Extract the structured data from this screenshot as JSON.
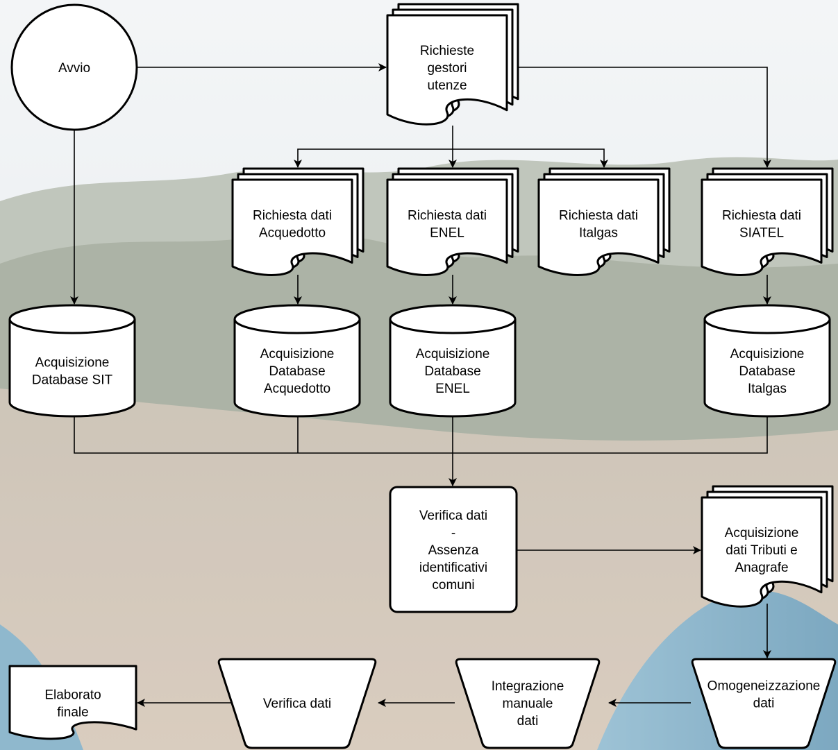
{
  "nodes": {
    "start": {
      "label": [
        "Avvio"
      ]
    },
    "requests": {
      "label": [
        "Richieste",
        "gestori",
        "utenze"
      ]
    },
    "req_acquedotto": {
      "label": [
        "Richiesta dati",
        "Acquedotto"
      ]
    },
    "req_enel": {
      "label": [
        "Richiesta dati",
        "ENEL"
      ]
    },
    "req_italgas": {
      "label": [
        "Richiesta dati",
        "Italgas"
      ]
    },
    "req_siatel": {
      "label": [
        "Richiesta dati",
        "SIATEL"
      ]
    },
    "db_sit": {
      "label": [
        "Acquisizione",
        "Database SIT"
      ]
    },
    "db_acquedotto": {
      "label": [
        "Acquisizione",
        "Database",
        "Acquedotto"
      ]
    },
    "db_enel": {
      "label": [
        "Acquisizione",
        "Database",
        "ENEL"
      ]
    },
    "db_italgas": {
      "label": [
        "Acquisizione",
        "Database",
        "Italgas"
      ]
    },
    "verify_ids": {
      "label": [
        "Verifica dati",
        "-",
        "Assenza",
        "identificativi",
        "comuni"
      ]
    },
    "tributi": {
      "label": [
        "Acquisizione",
        "dati Tributi e",
        "Anagrafe"
      ]
    },
    "homogenize": {
      "label": [
        "Omogeneizzazione",
        "dati"
      ]
    },
    "manual": {
      "label": [
        "Integrazione",
        "manuale",
        "dati"
      ]
    },
    "verify": {
      "label": [
        "Verifica dati"
      ]
    },
    "final": {
      "label": [
        "Elaborato",
        "finale"
      ]
    }
  },
  "edges": [
    {
      "from": "start",
      "to": "requests"
    },
    {
      "from": "start",
      "to": "db_sit"
    },
    {
      "from": "requests",
      "to": "req_acquedotto"
    },
    {
      "from": "requests",
      "to": "req_enel"
    },
    {
      "from": "requests",
      "to": "req_italgas"
    },
    {
      "from": "requests",
      "to": "req_siatel"
    },
    {
      "from": "req_acquedotto",
      "to": "db_acquedotto"
    },
    {
      "from": "req_enel",
      "to": "db_enel"
    },
    {
      "from": "req_siatel",
      "to": "db_italgas"
    },
    {
      "from": "db_sit",
      "to": "verify_ids"
    },
    {
      "from": "db_acquedotto",
      "to": "verify_ids"
    },
    {
      "from": "db_enel",
      "to": "verify_ids"
    },
    {
      "from": "db_italgas",
      "to": "verify_ids"
    },
    {
      "from": "verify_ids",
      "to": "tributi"
    },
    {
      "from": "tributi",
      "to": "homogenize"
    },
    {
      "from": "homogenize",
      "to": "manual"
    },
    {
      "from": "manual",
      "to": "verify"
    },
    {
      "from": "verify",
      "to": "final"
    }
  ],
  "colors": {
    "shape_fill": "#ffffff",
    "stroke": "#000000",
    "sky": "#dbe3ea",
    "hills": "#8e9786",
    "city": "#c9b6a2",
    "sea": "#4f8fb0"
  }
}
